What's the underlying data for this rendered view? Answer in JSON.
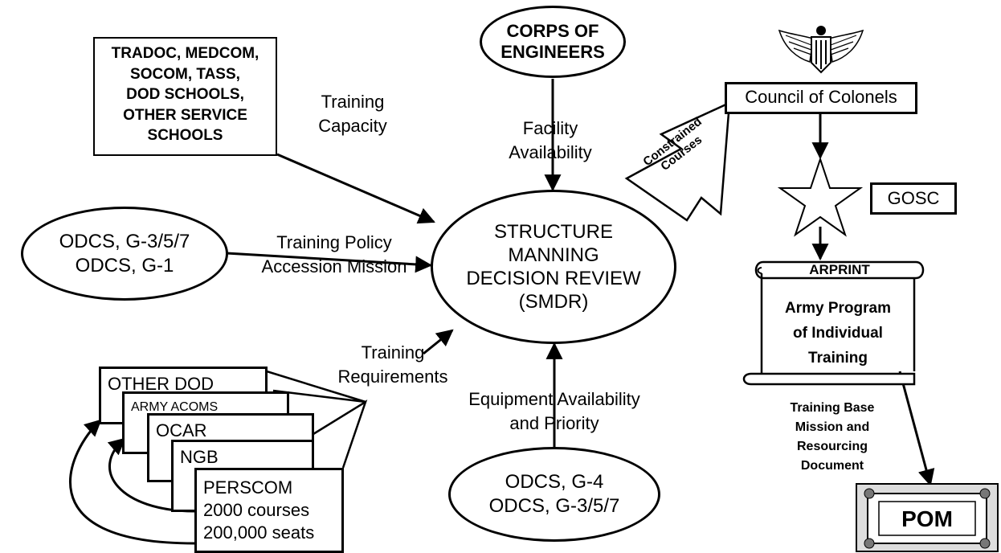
{
  "sources": {
    "schools": [
      "TRADOC, MEDCOM,",
      "SOCOM, TASS,",
      "DOD SCHOOLS,",
      "OTHER SERVICE",
      "SCHOOLS"
    ],
    "corps": [
      "CORPS OF",
      "ENGINEERS"
    ],
    "odcs_left": [
      "ODCS, G-3/5/7",
      "ODCS, G-1"
    ],
    "odcs_bottom": [
      "ODCS, G-4",
      "ODCS, G-3/5/7"
    ]
  },
  "center": {
    "lines": [
      "STRUCTURE",
      "MANNING",
      "DECISION REVIEW",
      "(SMDR)"
    ]
  },
  "flows": {
    "training_capacity": [
      "Training",
      "Capacity"
    ],
    "facility_availability": [
      "Facility",
      "Availability"
    ],
    "training_policy": [
      "Training Policy",
      "Accession Mission"
    ],
    "training_requirements": [
      "Training",
      "Requirements"
    ],
    "equipment": [
      "Equipment Availability",
      "and Priority"
    ],
    "constrained": [
      "Constrained",
      "Courses"
    ]
  },
  "stack": {
    "other_dod": "OTHER DOD",
    "army_acoms": "ARMY ACOMS",
    "ocar": "OCAR",
    "ngb": "NGB",
    "perscom": [
      "PERSCOM",
      "2000 courses",
      "200,000 seats"
    ]
  },
  "right": {
    "council": "Council of Colonels",
    "gosc": "GOSC",
    "arprint": "ARPRINT",
    "arprint_body": [
      "Army Program",
      "of Individual",
      "Training"
    ],
    "training_base": [
      "Training Base",
      "Mission and",
      "Resourcing",
      "Document"
    ],
    "pom": "POM"
  }
}
